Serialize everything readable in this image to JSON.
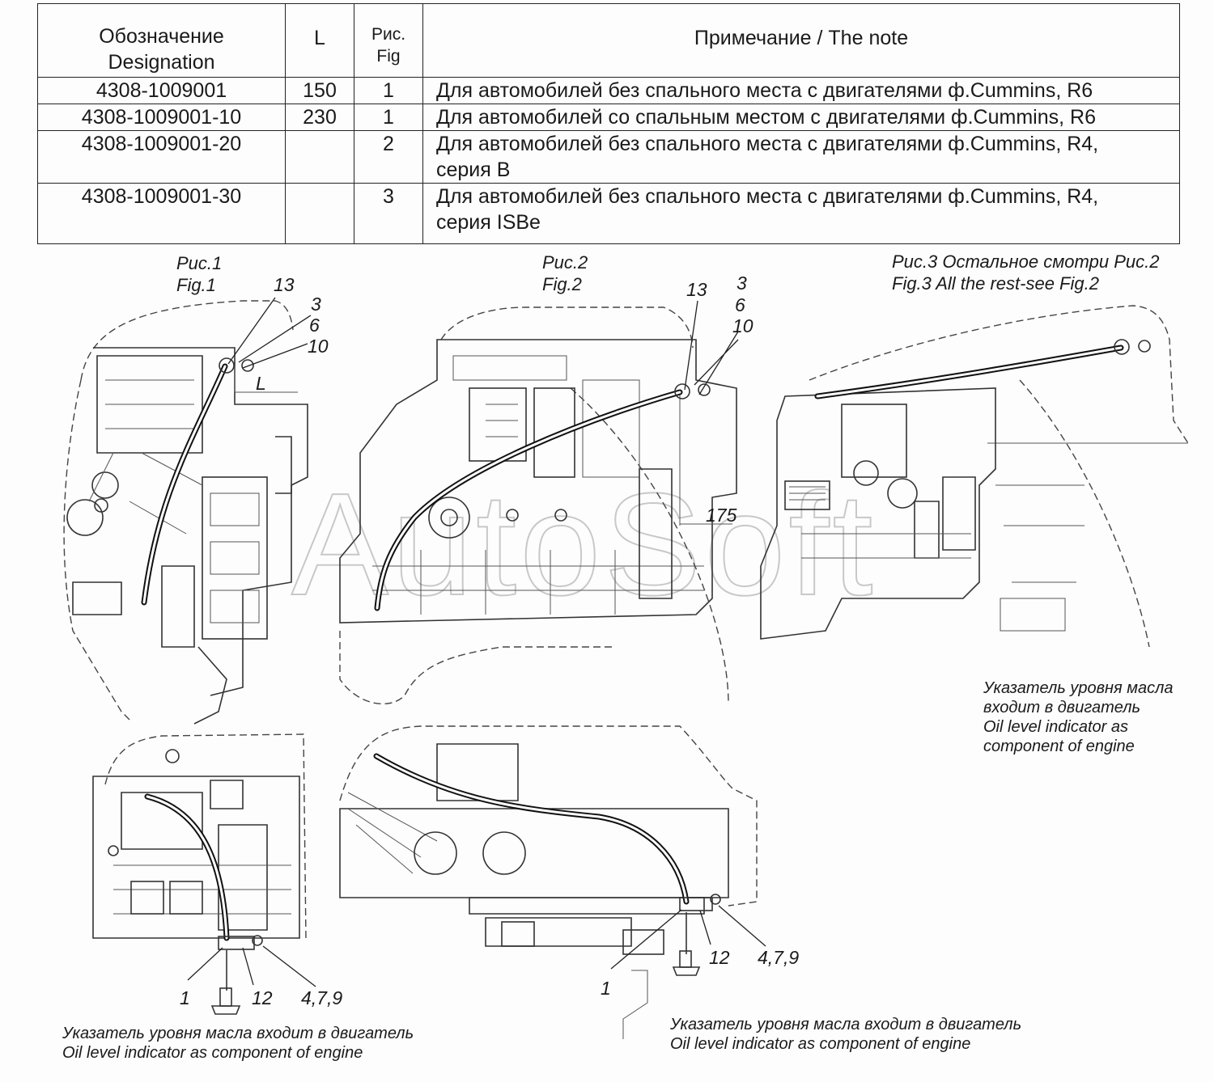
{
  "table": {
    "headers": {
      "designation": "Обозначение\nDesignation",
      "length": "L",
      "fig": "Рис.\nFig",
      "note": "Примечание / The note"
    },
    "rows": [
      {
        "designation": "4308-1009001",
        "length": "150",
        "fig": "1",
        "note": "Для автомобилей без спального места с двигателями ф.Cummins, R6"
      },
      {
        "designation": "4308-1009001-10",
        "length": "230",
        "fig": "1",
        "note": "Для автомобилей со спальным местом с двигателями ф.Cummins, R6"
      },
      {
        "designation": "4308-1009001-20",
        "length": "",
        "fig": "2",
        "note": "Для автомобилей без спального места с двигателями ф.Cummins, R4,\nсерия B"
      },
      {
        "designation": "4308-1009001-30",
        "length": "",
        "fig": "3",
        "note": "Для автомобилей без спального места с двигателями ф.Cummins, R4,\nсерия ISBe"
      }
    ]
  },
  "figures": {
    "fig1": {
      "title_ru": "Рис.1",
      "title_en": "Fig.1"
    },
    "fig2": {
      "title_ru": "Рис.2",
      "title_en": "Fig.2"
    },
    "fig3": {
      "title_ru": "Рис.3  Остальное смотри Рис.2",
      "title_en": "Fig.3   All the rest-see Fig.2"
    }
  },
  "callouts": {
    "fig1_top": {
      "item13": "13",
      "item3": "3",
      "item6": "6",
      "item10": "10",
      "dim_l": "L"
    },
    "fig2_top": {
      "item13": "13",
      "item3": "3",
      "item6": "6",
      "item10": "10",
      "dim_175": "175"
    },
    "fig1_bottom": {
      "item1": "1",
      "item12": "12",
      "item479": "4,7,9"
    },
    "fig2_bottom": {
      "item1": "1",
      "item12": "12",
      "item479": "4,7,9"
    }
  },
  "notes": {
    "fig3_ru_1": "Указатель уровня масла",
    "fig3_ru_2": "входит в двигатель",
    "fig3_en_1": "Oil level indicator as",
    "fig3_en_2": " component of engine",
    "bottom_left_ru": "Указатель уровня масла  входит в двигатель",
    "bottom_left_en": "Oil level indicator as  component of engine",
    "bottom_right_ru": "Указатель уровня масла входит в двигатель",
    "bottom_right_en": "Oil level indicator as component of engine"
  },
  "watermark": "AutoSoft"
}
